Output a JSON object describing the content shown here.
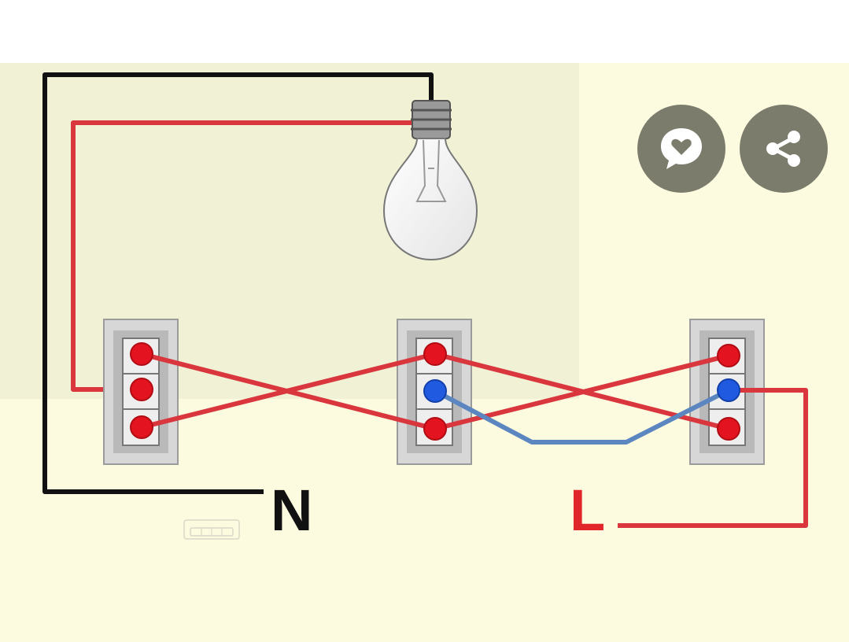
{
  "diagram": {
    "labels": {
      "neutral": "N",
      "live": "L"
    },
    "colors": {
      "background": "#fdfbdf",
      "shade": "#f1f1d5",
      "neutral_wire": "#111111",
      "live_wire": "#d9363e",
      "traveler_wire": "#5b86c0",
      "terminal_red": "#e3141f",
      "terminal_blue": "#1f5ae0",
      "button": "#7c7c6c"
    },
    "components": [
      "light-bulb",
      "switch-left",
      "switch-middle",
      "switch-right"
    ]
  },
  "actions": {
    "favorite_icon": "heart-chat-icon",
    "share_icon": "share-icon"
  }
}
